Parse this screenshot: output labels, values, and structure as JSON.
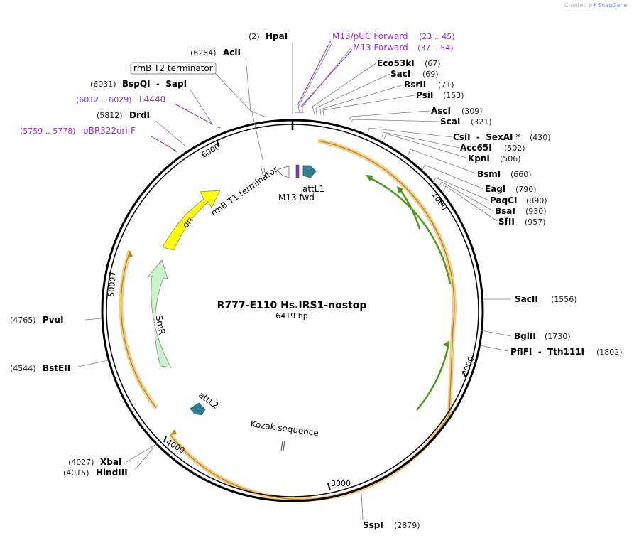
{
  "credit": {
    "created_by": "Created by",
    "brand": "SnapGene"
  },
  "plasmid": {
    "name": "R777-E110 Hs.IRS1-nostop",
    "size": "6419 bp"
  },
  "tick_labels": [
    "1000",
    "2000",
    "3000",
    "4000",
    "5000",
    "6000"
  ],
  "enzymes_right": [
    {
      "name": "HpaI",
      "pos": "(2)"
    },
    {
      "name": "Eco53kI",
      "pos": "(67)"
    },
    {
      "name": "SacI",
      "pos": "(69)"
    },
    {
      "name": "RsrII",
      "pos": "(71)"
    },
    {
      "name": "PsiI",
      "pos": "(153)"
    },
    {
      "name": "AscI",
      "pos": "(309)"
    },
    {
      "name": "ScaI",
      "pos": "(321)"
    },
    {
      "name": "CsiI  -  SexAI *",
      "pos": "(430)"
    },
    {
      "name": "Acc65I",
      "pos": "(502)"
    },
    {
      "name": "KpnI",
      "pos": "(506)"
    },
    {
      "name": "BsmI",
      "pos": "(660)"
    },
    {
      "name": "EagI",
      "pos": "(790)"
    },
    {
      "name": "PaqCI",
      "pos": "(890)"
    },
    {
      "name": "BsaI",
      "pos": "(930)"
    },
    {
      "name": "SfII",
      "pos": "(957)"
    },
    {
      "name": "SacII",
      "pos": "(1556)"
    },
    {
      "name": "BglII",
      "pos": "(1730)"
    },
    {
      "name": "PflFI  -  Tth111I",
      "pos": "(1802)"
    },
    {
      "name": "SspI",
      "pos": "(2879)"
    }
  ],
  "enzymes_left": [
    {
      "name": "AclI",
      "pos": "(6284)"
    },
    {
      "name": "BspQI  -  SapI",
      "pos": "(6031)"
    },
    {
      "name": "DrdI",
      "pos": "(5812)"
    },
    {
      "name": "PvuI",
      "pos": "(4765)"
    },
    {
      "name": "BstEII",
      "pos": "(4544)"
    },
    {
      "name": "XbaI",
      "pos": "(4027)"
    },
    {
      "name": "HindIII",
      "pos": "(4015)"
    }
  ],
  "primers": [
    {
      "name": "M13/pUC Forward",
      "pos": "(23 .. 45)"
    },
    {
      "name": "M13 Forward",
      "pos": "(37 .. 54)"
    },
    {
      "name": "L4440",
      "pos": "(6012 .. 6029)"
    },
    {
      "name": "pBR322ori-F",
      "pos": "(5759 .. 5778)"
    }
  ],
  "features": {
    "rrnb_t2": "rrnB T2 terminator",
    "rrnb_t1": "rrnB T1 terminator",
    "attl1": "attL1",
    "m13fwd": "M13 fwd",
    "ori": "ori",
    "smr": "SmR",
    "attl2": "attL2",
    "kozak": "Kozak sequence"
  },
  "colors": {
    "ori": "#ffff00",
    "smr": "#c8f5c8",
    "attl": "#2f7f93",
    "orf_highlight": "#f5c98a",
    "orf_line": "#b8860b",
    "green_arrow": "#4c9a1a",
    "primer": "#9a2fd4",
    "backbone": "#000000"
  }
}
